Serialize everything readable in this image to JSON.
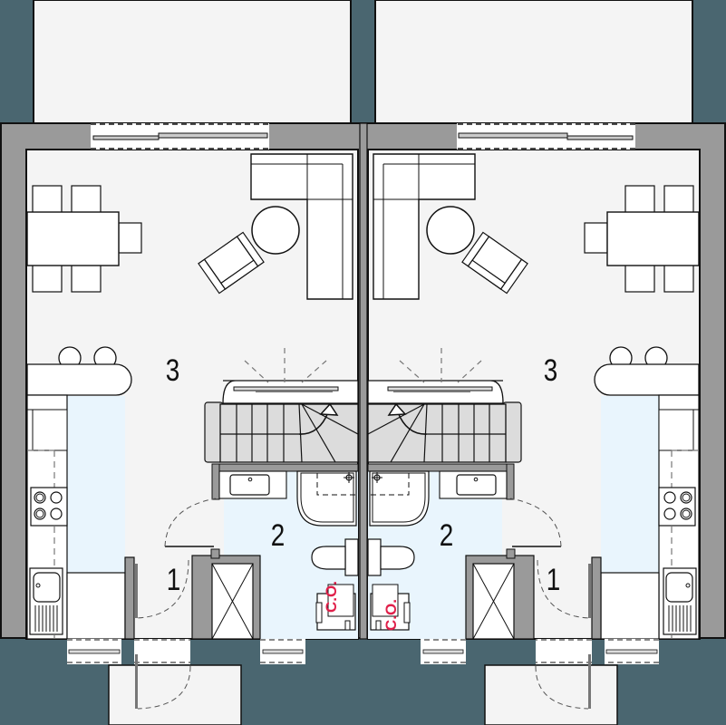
{
  "plan": {
    "type": "semi-detached house ground floor plan",
    "units": [
      {
        "side": "left",
        "rooms": [
          {
            "number": "1",
            "name": "entrance-hall"
          },
          {
            "number": "2",
            "name": "bathroom"
          },
          {
            "number": "3",
            "name": "living-kitchen-dining"
          }
        ],
        "boiler_label": "C.O."
      },
      {
        "side": "right",
        "rooms": [
          {
            "number": "1",
            "name": "entrance-hall"
          },
          {
            "number": "2",
            "name": "bathroom"
          },
          {
            "number": "3",
            "name": "living-kitchen-dining"
          }
        ],
        "boiler_label": "C.O."
      }
    ]
  },
  "labels": {
    "left_room_1": "1",
    "left_room_2": "2",
    "left_room_3": "3",
    "right_room_1": "1",
    "right_room_2": "2",
    "right_room_3": "3",
    "left_boiler": "C.O.",
    "right_boiler": "C.O."
  },
  "colors": {
    "background": "#4a6670",
    "wall": "#9a9a9a",
    "floor": "#f4f4f4",
    "wet_area": "#e9f5fd",
    "stair": "#dcdcdc",
    "boiler_text": "#e0204a",
    "line": "#111111"
  }
}
